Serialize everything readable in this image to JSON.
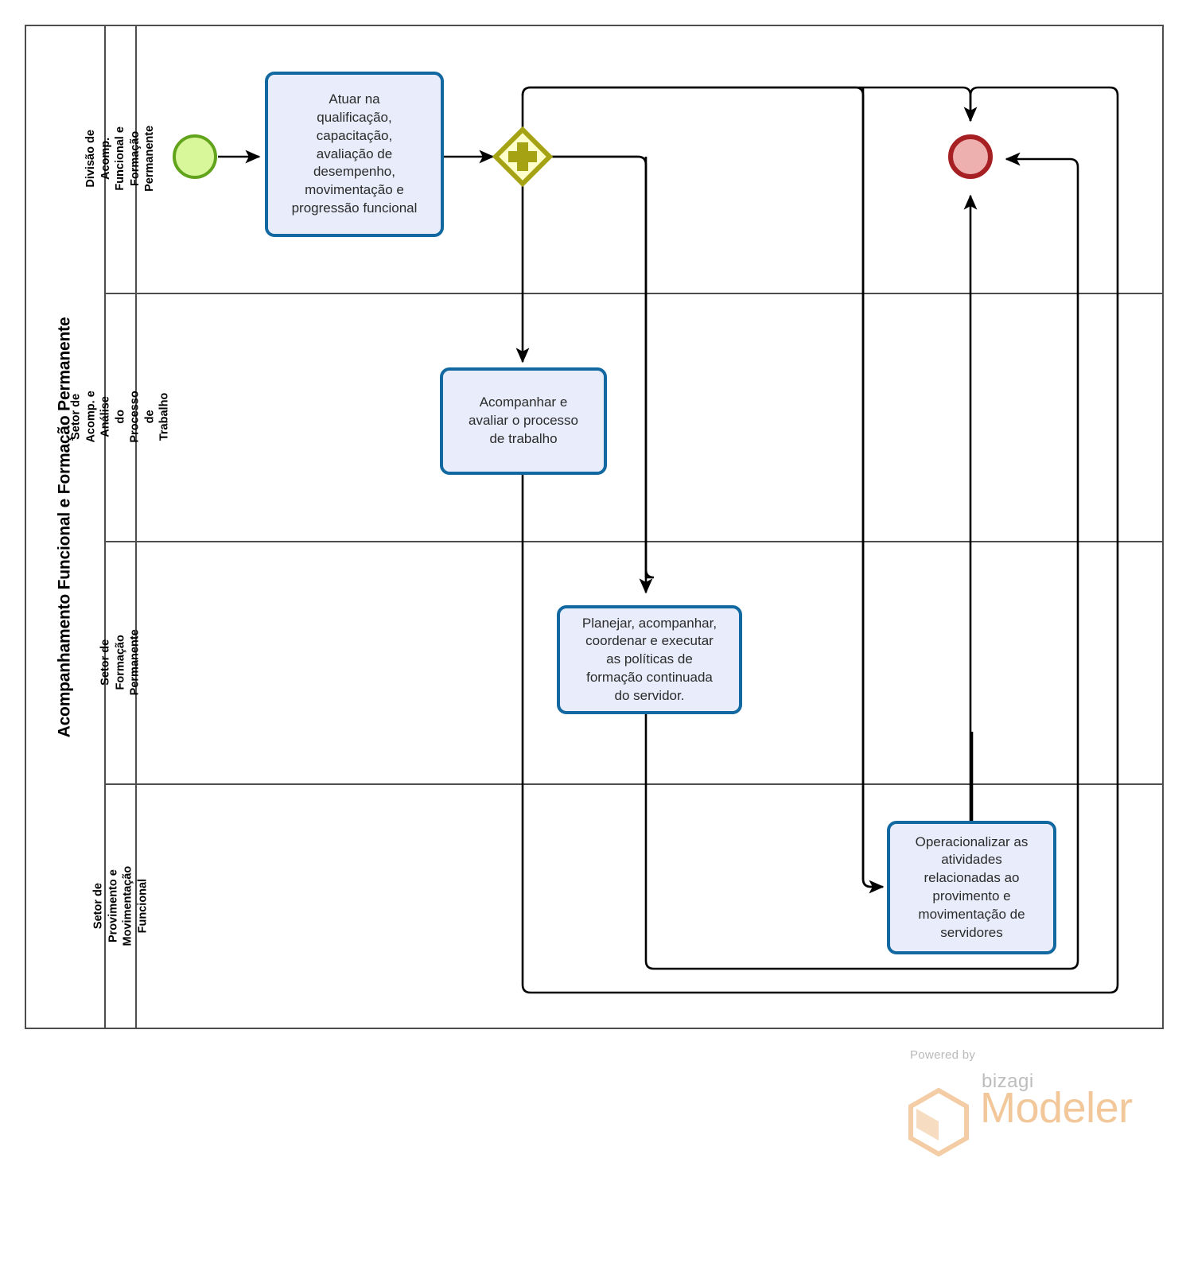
{
  "pool": {
    "title": "Acompanhamento Funcional e Formação Permanente",
    "lanes": [
      {
        "id": "lane-divisao",
        "label": "Divisão de Acomp. Funcional e\nFormação Permanente"
      },
      {
        "id": "lane-setor-analise",
        "label": "Setor de Acomp. e Análise do\nProcesso de Trabalho"
      },
      {
        "id": "lane-setor-formacao",
        "label": "Setor de Formação\nPermanente"
      },
      {
        "id": "lane-setor-provimento",
        "label": "Setor de Provimento e\nMovimentação Funcional"
      }
    ]
  },
  "events": {
    "start": {
      "name": "start-event",
      "label": ""
    },
    "end": {
      "name": "end-event",
      "label": ""
    }
  },
  "gateway": {
    "name": "parallel-gateway",
    "type": "parallel",
    "symbol": "+",
    "label": ""
  },
  "tasks": [
    {
      "id": "task-atuar",
      "lane": "lane-divisao",
      "label": "Atuar na\nqualificação,\ncapacitação,\navaliação de\ndesempenho,\nmovimentação e\nprogressão funcional"
    },
    {
      "id": "task-acompanhar",
      "lane": "lane-setor-analise",
      "label": "Acompanhar e\navaliar o processo\nde trabalho"
    },
    {
      "id": "task-planejar",
      "lane": "lane-setor-formacao",
      "label": "Planejar, acompanhar,\ncoordenar e executar\nas políticas de\nformação continuada\ndo servidor."
    },
    {
      "id": "task-operacionalizar",
      "lane": "lane-setor-provimento",
      "label": "Operacionalizar as\natividades\nrelacionadas ao\nprovimento e\nmovimentação de\nservidores"
    }
  ],
  "credit": {
    "powered_by": "Powered by",
    "brand": "bizagi",
    "product": "Modeler"
  },
  "colors": {
    "task_fill": "#e9edfb",
    "task_border": "#1268a0",
    "start_fill": "#d7f79a",
    "start_border": "#62a31c",
    "end_fill": "#eeafaf",
    "end_border": "#a61f23",
    "gateway_fill": "#ffffcc",
    "gateway_border": "#a5a313",
    "pool_border": "#4d4d4d",
    "connector": "#000000",
    "credit_accent": "#f2c79a"
  }
}
